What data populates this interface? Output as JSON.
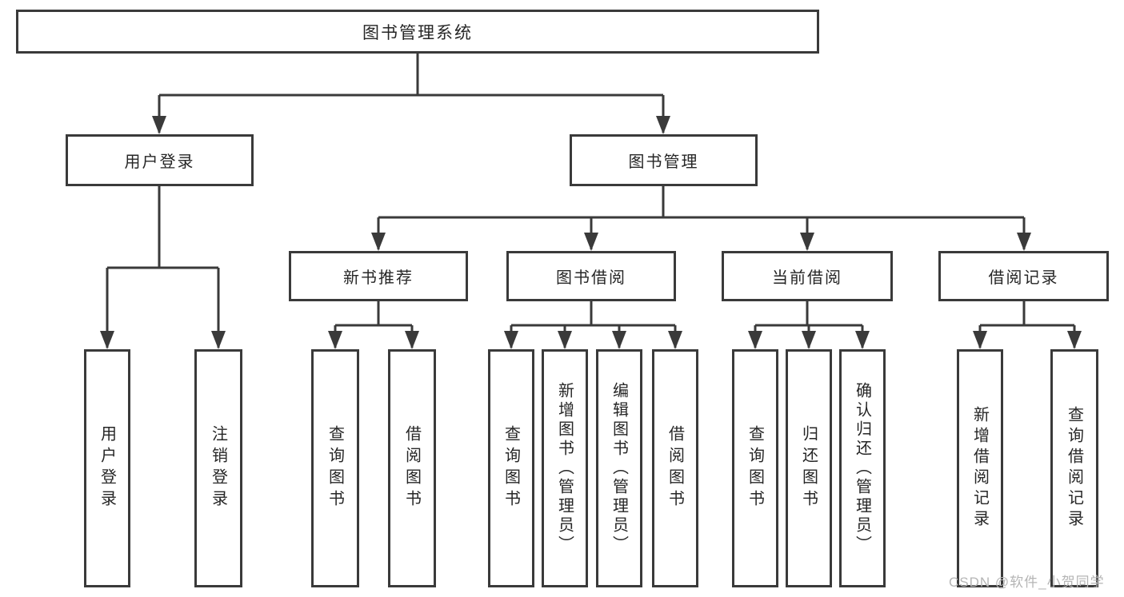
{
  "diagram": {
    "type": "tree",
    "root": {
      "label": "图书管理系统"
    },
    "branches": [
      {
        "label": "用户登录",
        "children": [
          {
            "label": "用户登录"
          },
          {
            "label": "注销登录"
          }
        ]
      },
      {
        "label": "图书管理",
        "children": [
          {
            "label": "新书推荐",
            "children": [
              {
                "label": "查询图书"
              },
              {
                "label": "借阅图书"
              }
            ]
          },
          {
            "label": "图书借阅",
            "children": [
              {
                "label": "查询图书"
              },
              {
                "label": "新增图书（管理员）"
              },
              {
                "label": "编辑图书（管理员）"
              },
              {
                "label": "借阅图书"
              }
            ]
          },
          {
            "label": "当前借阅",
            "children": [
              {
                "label": "查询图书"
              },
              {
                "label": "归还图书"
              },
              {
                "label": "确认归还（管理员）"
              }
            ]
          },
          {
            "label": "借阅记录",
            "children": [
              {
                "label": "新增借阅记录"
              },
              {
                "label": "查询借阅记录"
              }
            ]
          }
        ]
      }
    ]
  },
  "watermark": {
    "text": "CSDN @软件_小贺同学"
  },
  "colors": {
    "line": "#3a3a3a",
    "text": "#262626",
    "watermark": "#b5b5b5",
    "background": "#ffffff"
  }
}
